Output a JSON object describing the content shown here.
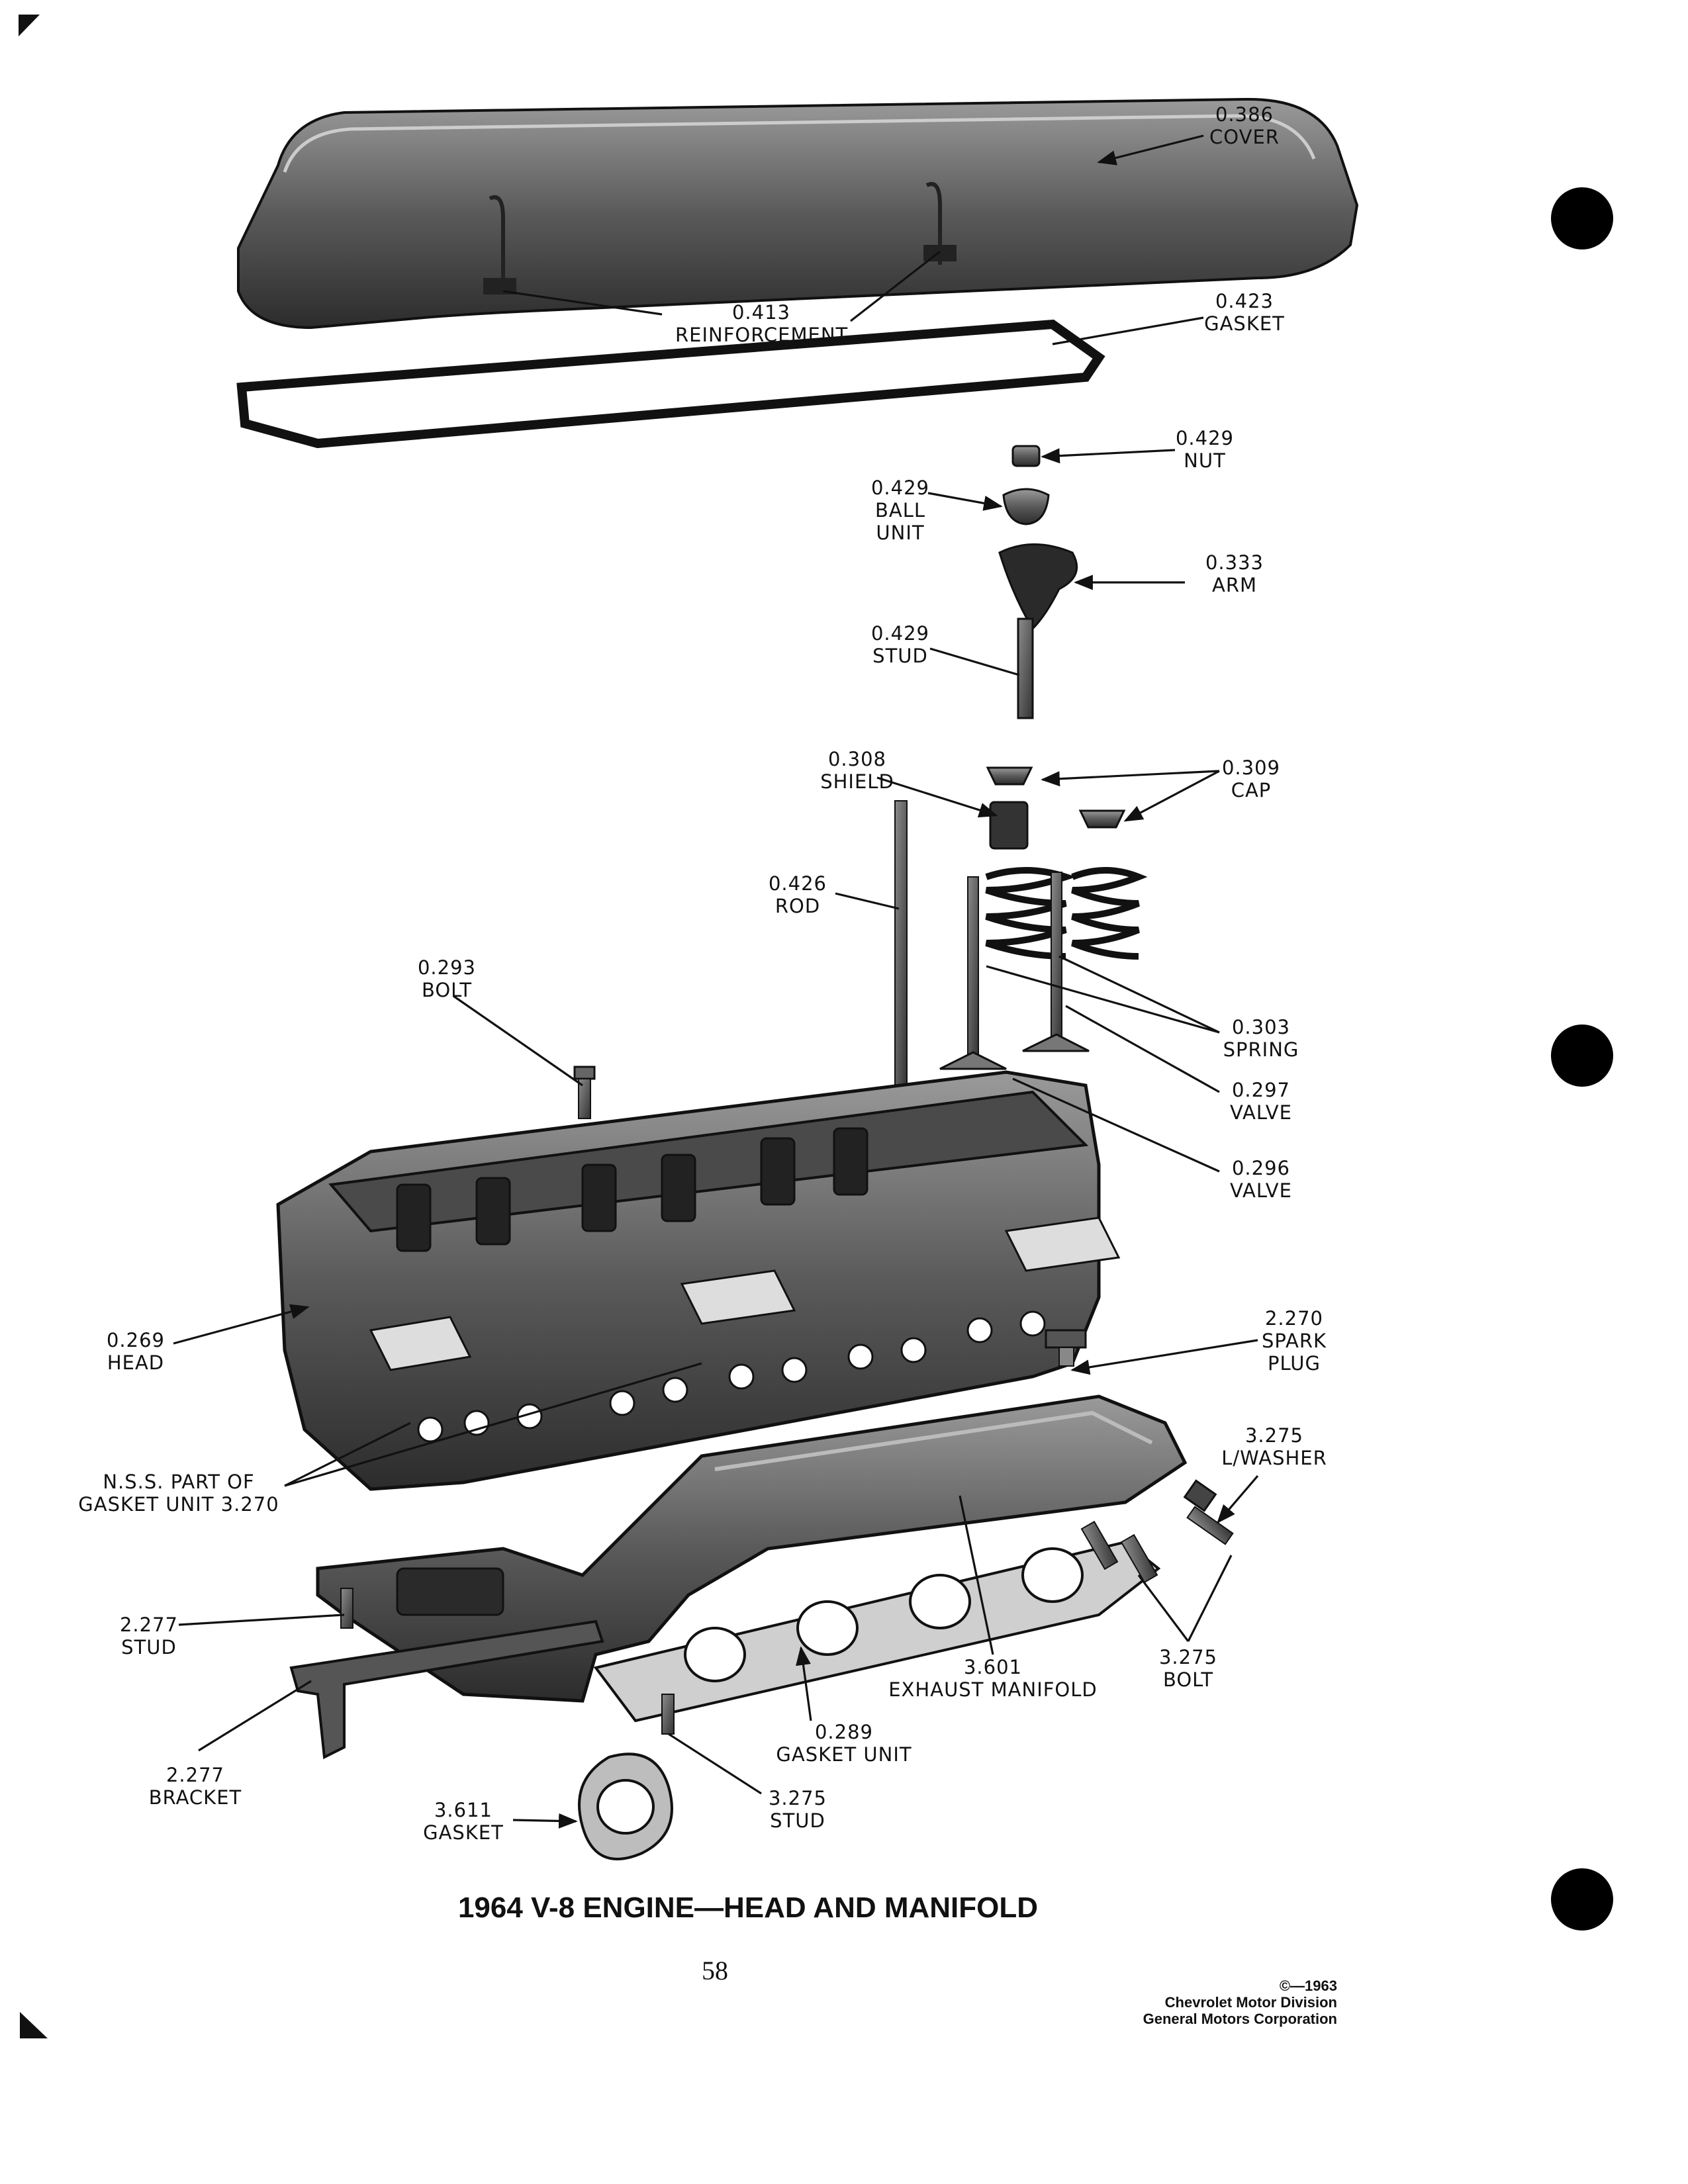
{
  "title": "1964 V-8 ENGINE—HEAD AND MANIFOLD",
  "page_number": "58",
  "copyright": {
    "line1": "©—1963",
    "line2": "Chevrolet Motor Division",
    "line3": "General Motors Corporation"
  },
  "callouts": {
    "cover": {
      "number": "0.386",
      "name": "COVER"
    },
    "reinforcement": {
      "number": "0.413",
      "name": "REINFORCEMENT"
    },
    "gasket_cover": {
      "number": "0.423",
      "name": "GASKET"
    },
    "nut": {
      "number": "0.429",
      "name": "NUT"
    },
    "ball_unit": {
      "number": "0.429",
      "name": "BALL",
      "name2": "UNIT"
    },
    "arm": {
      "number": "0.333",
      "name": "ARM"
    },
    "stud_rocker": {
      "number": "0.429",
      "name": "STUD"
    },
    "shield": {
      "number": "0.308",
      "name": "SHIELD"
    },
    "cap": {
      "number": "0.309",
      "name": "CAP"
    },
    "rod": {
      "number": "0.426",
      "name": "ROD"
    },
    "bolt_head": {
      "number": "0.293",
      "name": "BOLT"
    },
    "spring": {
      "number": "0.303",
      "name": "SPRING"
    },
    "valve_297": {
      "number": "0.297",
      "name": "VALVE"
    },
    "valve_296": {
      "number": "0.296",
      "name": "VALVE"
    },
    "head": {
      "number": "0.269",
      "name": "HEAD"
    },
    "spark_plug": {
      "number": "2.270",
      "name": "SPARK",
      "name2": "PLUG"
    },
    "nss_gasket": {
      "line1": "N.S.S. PART OF",
      "line2": "GASKET UNIT 3.270"
    },
    "lock_washer": {
      "number": "3.275",
      "name": "L/WASHER"
    },
    "stud_bracket": {
      "number": "2.277",
      "name": "STUD"
    },
    "exhaust_manifold": {
      "number": "3.601",
      "name": "EXHAUST MANIFOLD"
    },
    "bolt_manifold": {
      "number": "3.275",
      "name": "BOLT"
    },
    "gasket_unit": {
      "number": "0.289",
      "name": "GASKET UNIT"
    },
    "bracket": {
      "number": "2.277",
      "name": "BRACKET"
    },
    "gasket_flange": {
      "number": "3.611",
      "name": "GASKET"
    },
    "stud_flange": {
      "number": "3.275",
      "name": "STUD"
    }
  }
}
